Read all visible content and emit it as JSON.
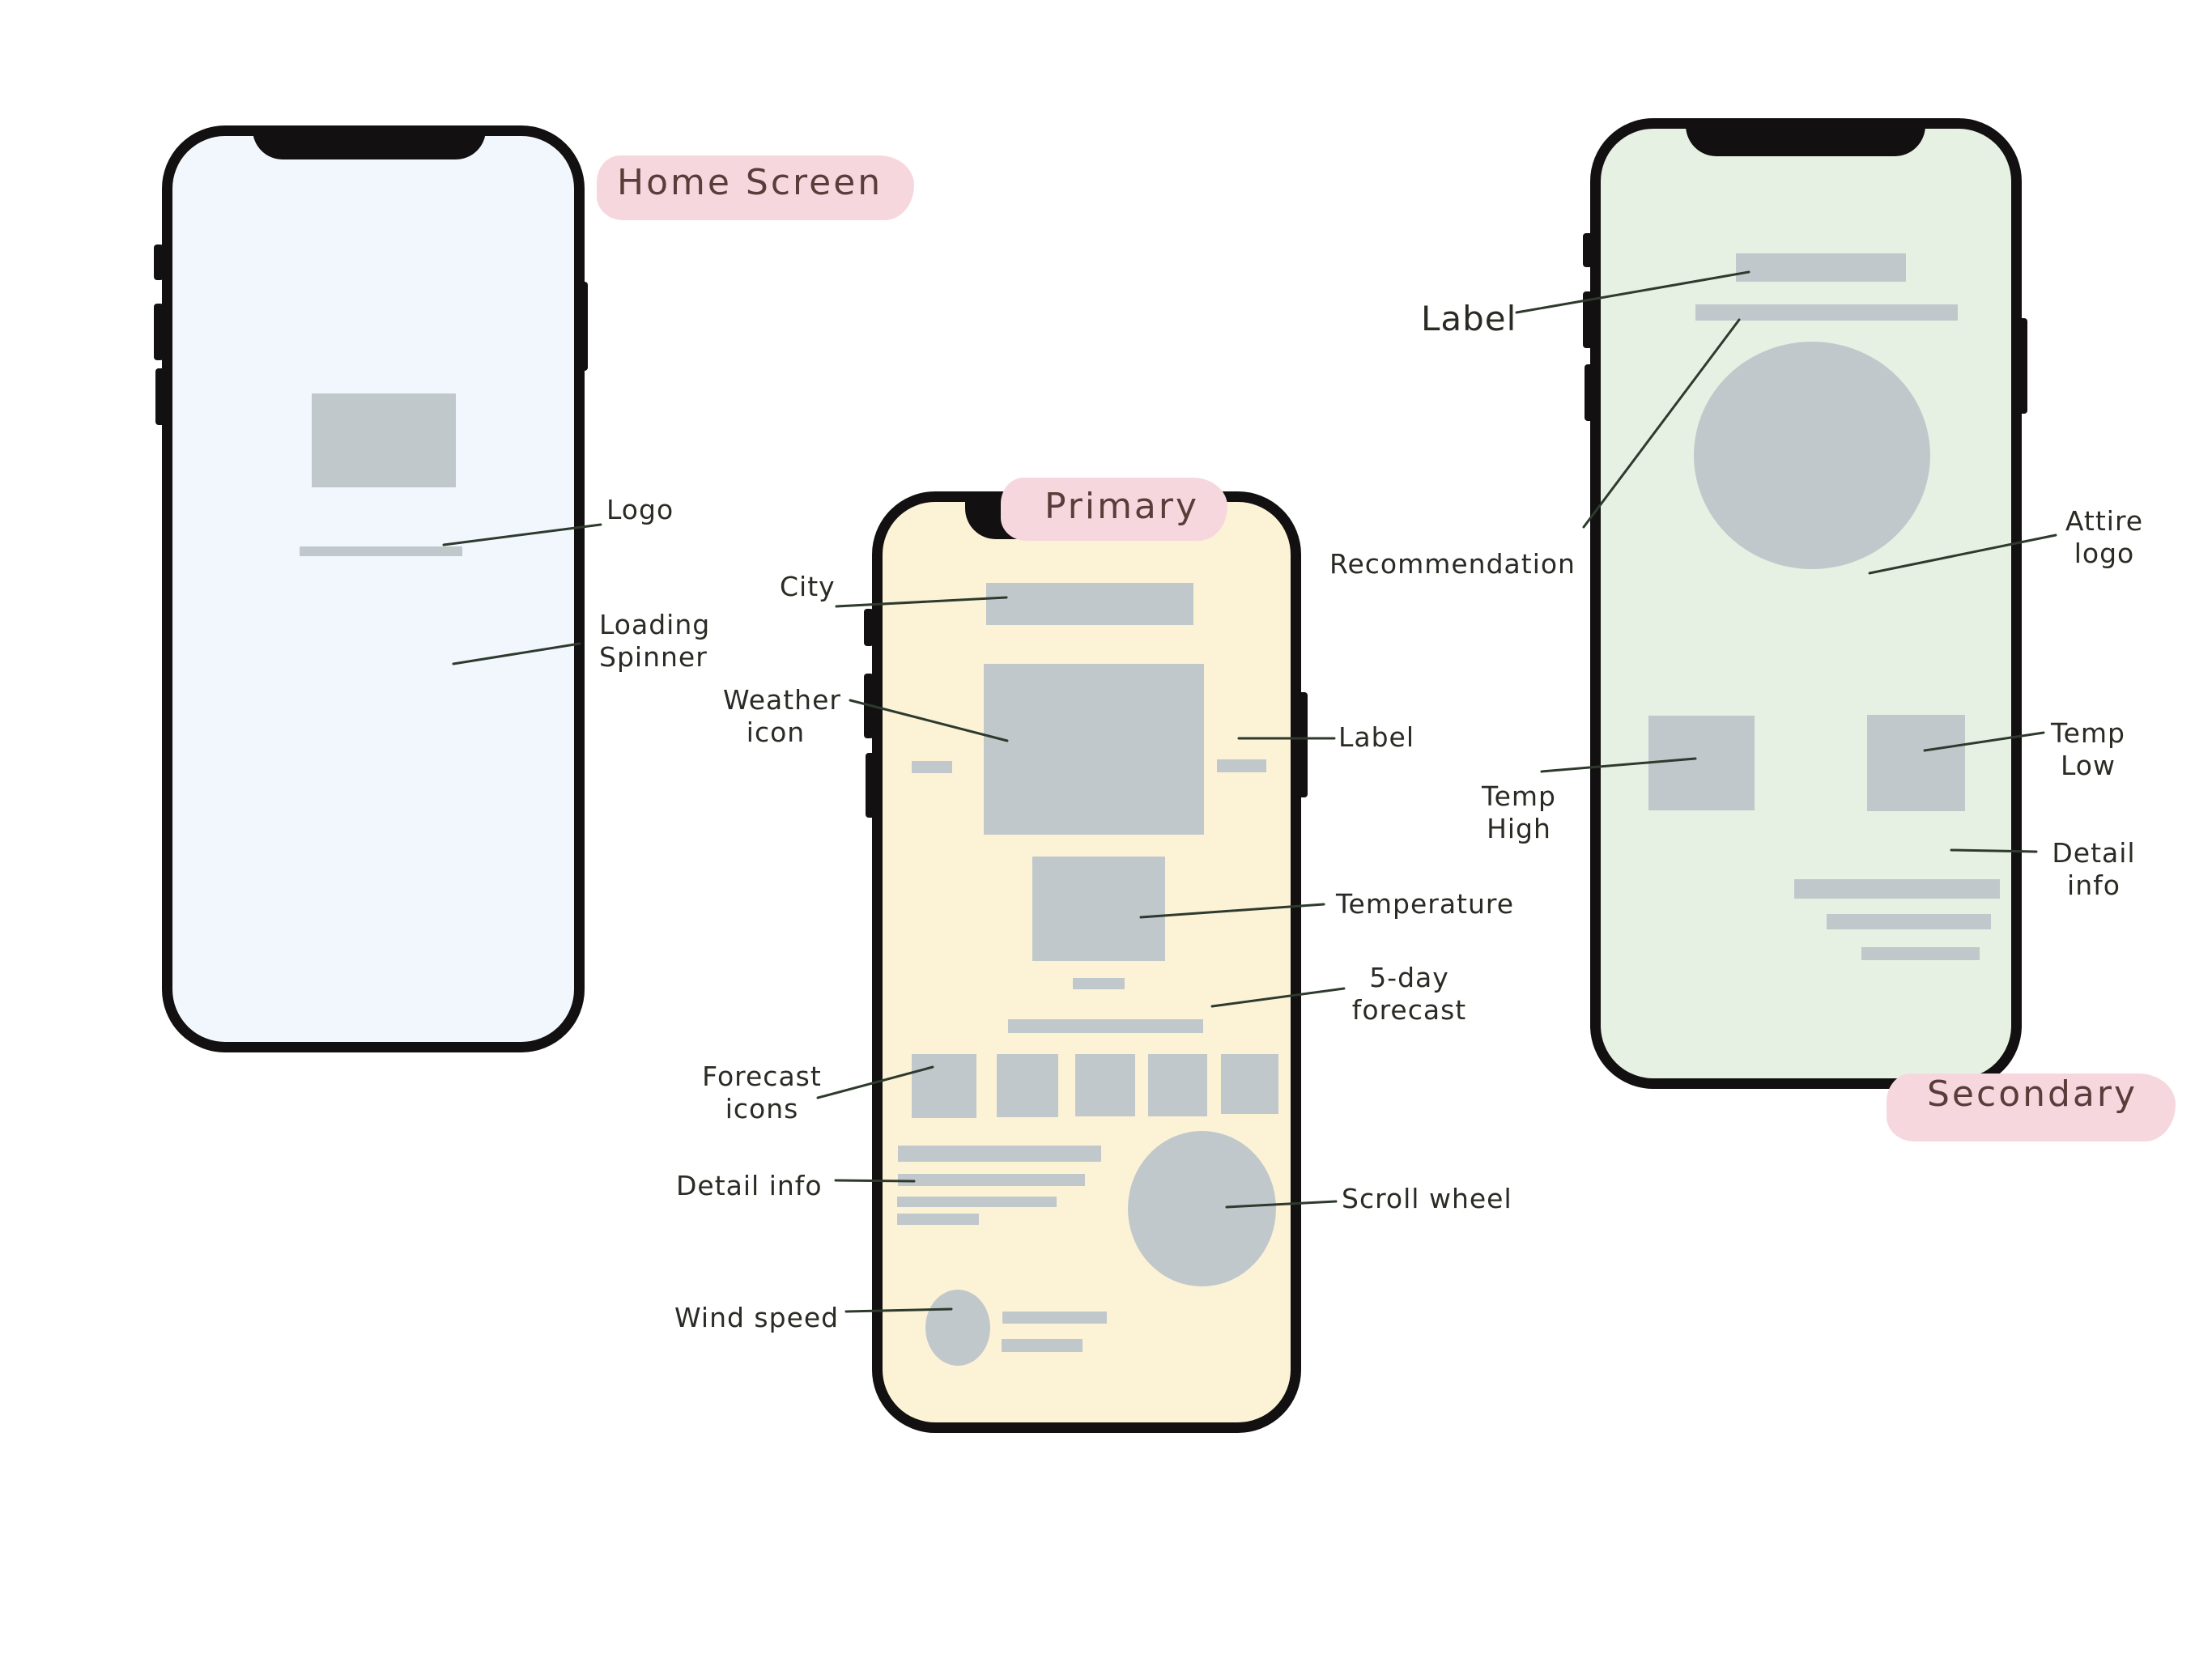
{
  "colors": {
    "frame": "#121010",
    "placeholder": "#c1c8cc",
    "home_bg": "#f2f7fd",
    "primary_bg": "#fcf3d7",
    "secondary_bg": "#e6f1e3",
    "pill": "#f6d7dd",
    "pill_text": "#5a3c3a",
    "annotation_text": "#2a2b24",
    "leader_line": "#2d3a2d"
  },
  "screens": {
    "home": {
      "title": "Home Screen",
      "annotations": {
        "logo": "Logo",
        "loading_spinner_line1": "Loading",
        "loading_spinner_line2": "Spinner"
      }
    },
    "primary": {
      "title": "Primary",
      "annotations": {
        "city": "City",
        "weather_icon_line1": "Weather",
        "weather_icon_line2": "icon",
        "label": "Label",
        "temperature": "Temperature",
        "five_day_line1": "5-day",
        "five_day_line2": "forecast",
        "forecast_icons_line1": "Forecast",
        "forecast_icons_line2": "icons",
        "detail_info": "Detail info",
        "scroll_wheel": "Scroll wheel",
        "wind_speed": "Wind speed"
      }
    },
    "secondary": {
      "title": "Secondary",
      "annotations": {
        "label": "Label",
        "recommendation": "Recommendation",
        "attire_logo_line1": "Attire",
        "attire_logo_line2": "logo",
        "temp_high_line1": "Temp",
        "temp_high_line2": "High",
        "temp_low_line1": "Temp",
        "temp_low_line2": "Low",
        "detail_info_line1": "Detail",
        "detail_info_line2": "info"
      }
    }
  }
}
